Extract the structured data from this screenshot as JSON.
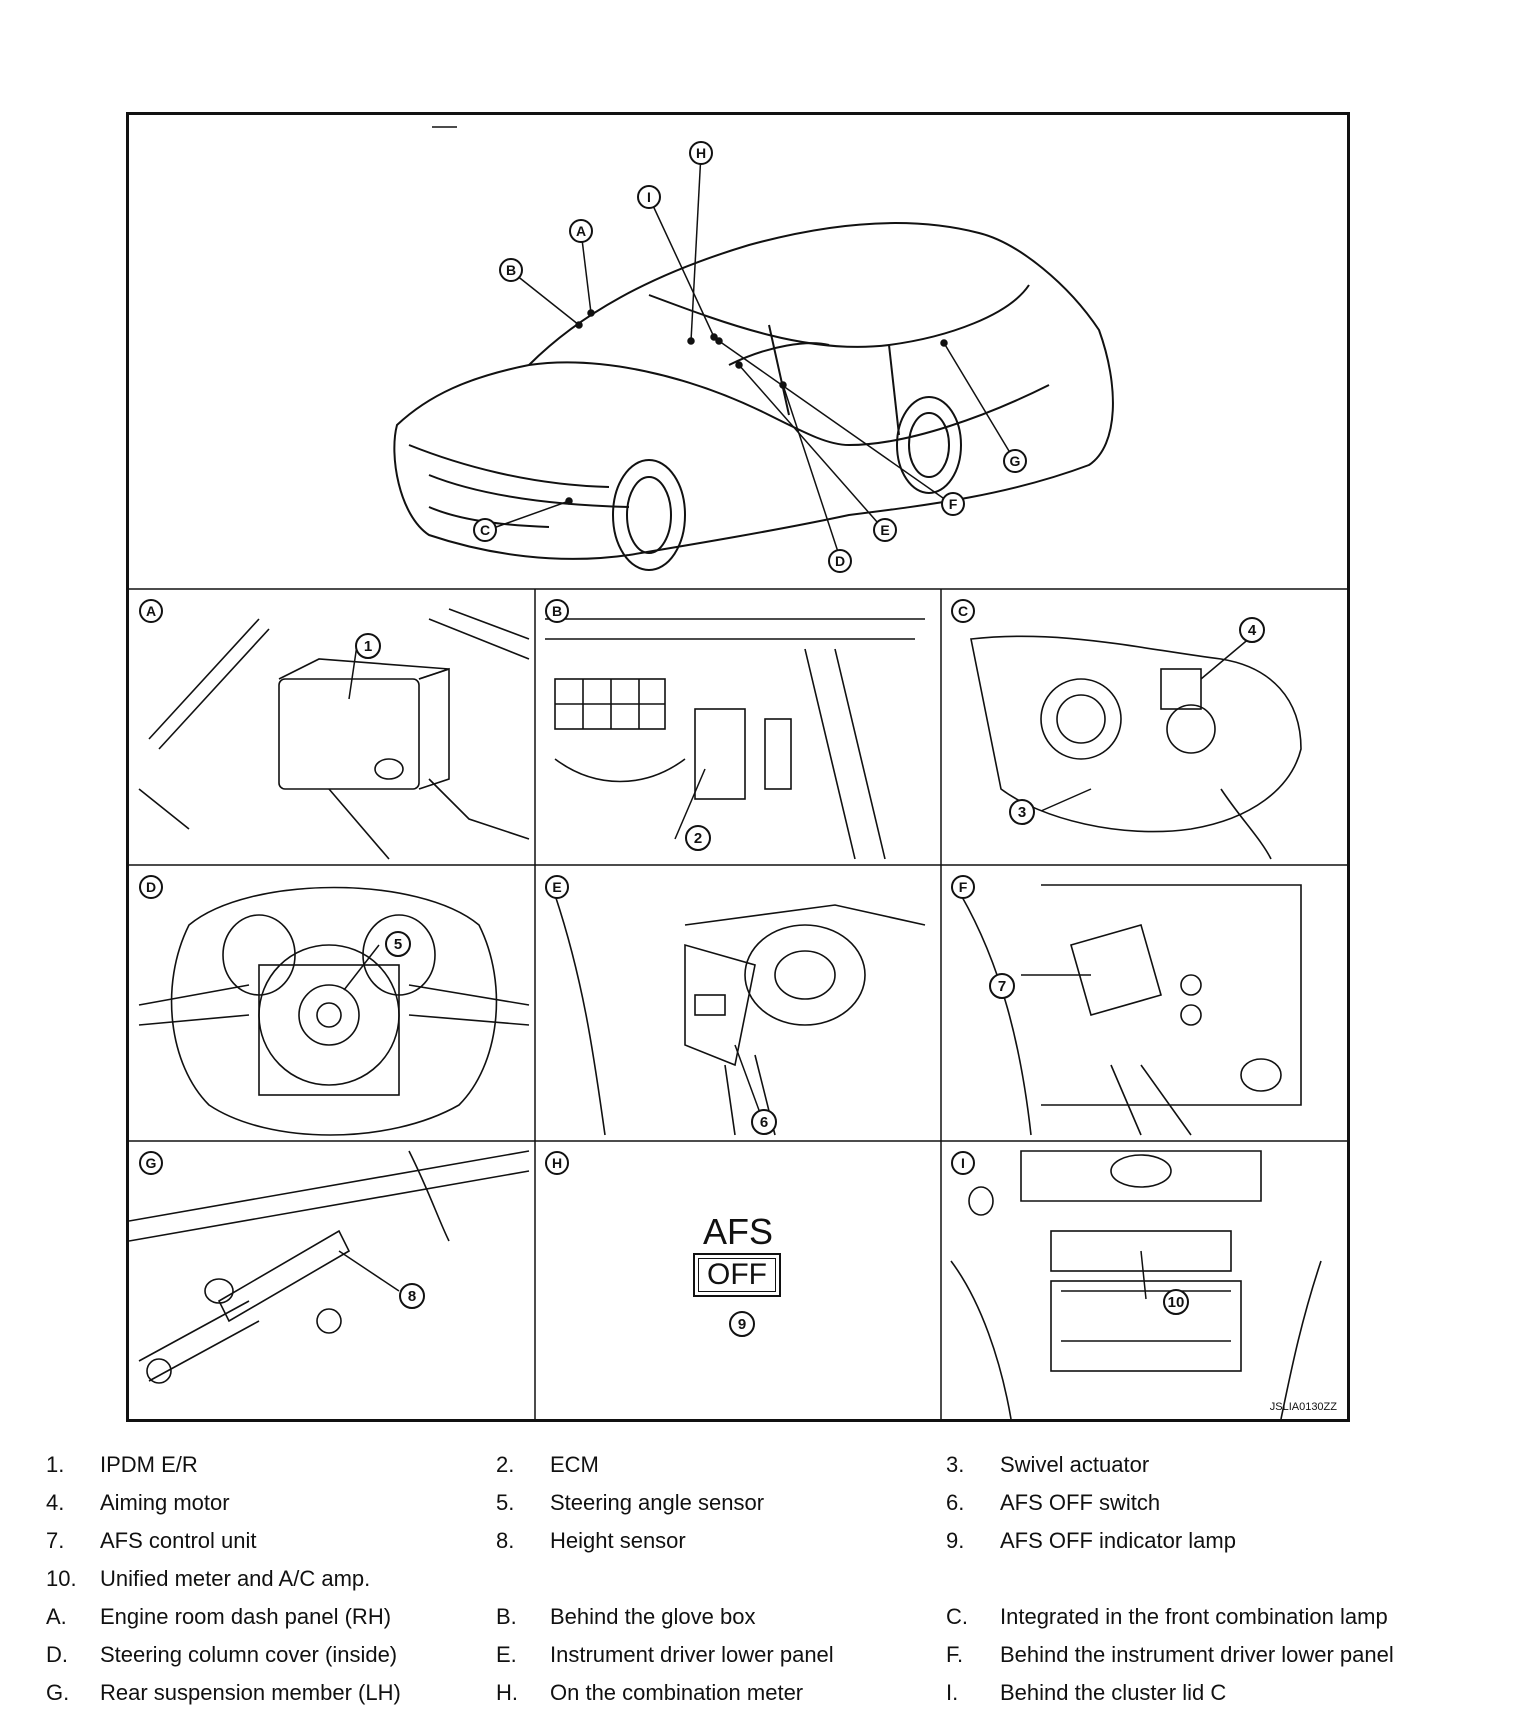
{
  "figure": {
    "code": "JSLIA0130ZZ",
    "overview_labels": [
      "A",
      "B",
      "C",
      "D",
      "E",
      "F",
      "G",
      "H",
      "I"
    ],
    "panel_labels": [
      "A",
      "B",
      "C",
      "D",
      "E",
      "F",
      "G",
      "H",
      "I"
    ],
    "callouts": [
      "1",
      "2",
      "3",
      "4",
      "5",
      "6",
      "7",
      "8",
      "9",
      "10"
    ],
    "afs_text": "AFS",
    "off_text": "OFF"
  },
  "legend": [
    [
      {
        "num": "1.",
        "text": "IPDM E/R"
      },
      {
        "num": "2.",
        "text": "ECM"
      },
      {
        "num": "3.",
        "text": "Swivel actuator"
      }
    ],
    [
      {
        "num": "4.",
        "text": "Aiming motor"
      },
      {
        "num": "5.",
        "text": "Steering angle sensor"
      },
      {
        "num": "6.",
        "text": "AFS OFF switch"
      }
    ],
    [
      {
        "num": "7.",
        "text": "AFS control unit"
      },
      {
        "num": "8.",
        "text": "Height sensor"
      },
      {
        "num": "9.",
        "text": "AFS OFF indicator lamp"
      }
    ],
    [
      {
        "num": "10.",
        "text": "Unified meter and A/C amp."
      }
    ],
    [
      {
        "num": "A.",
        "text": "Engine room dash panel (RH)"
      },
      {
        "num": "B.",
        "text": "Behind the glove box"
      },
      {
        "num": "C.",
        "text": "Integrated in the front combination lamp"
      }
    ],
    [
      {
        "num": "D.",
        "text": "Steering column cover (inside)"
      },
      {
        "num": "E.",
        "text": "Instrument driver lower panel"
      },
      {
        "num": "F.",
        "text": "Behind the instrument driver lower panel"
      }
    ],
    [
      {
        "num": "G.",
        "text": "Rear suspension member (LH)"
      },
      {
        "num": "H.",
        "text": "On the combination meter"
      },
      {
        "num": "I.",
        "text": "Behind the cluster lid C"
      }
    ]
  ]
}
